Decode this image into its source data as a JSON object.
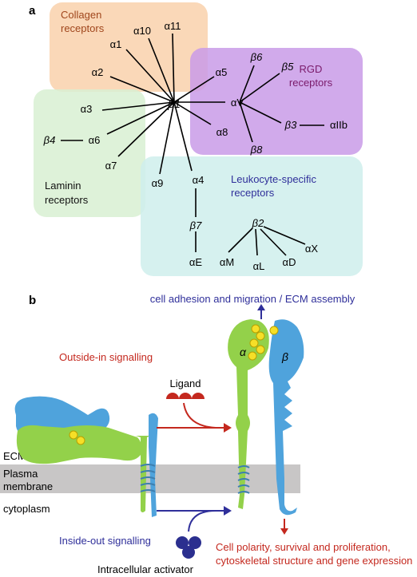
{
  "panel_a": {
    "label": "a",
    "groups": {
      "collagen": [
        "Collagen",
        "receptors"
      ],
      "rgd": [
        "RGD",
        "receptors"
      ],
      "laminin": [
        "Laminin",
        "receptors"
      ],
      "leukocyte": [
        "Leukocyte-specific",
        "receptors"
      ]
    },
    "nodes": {
      "b1": "β1",
      "a1": "α1",
      "a2": "α2",
      "a10": "α10",
      "a11": "α11",
      "a3": "α3",
      "a6": "α6",
      "a7": "α7",
      "b4": "β4",
      "a5": "α5",
      "aV": "αV",
      "a8": "α8",
      "a9": "α9",
      "a4": "α4",
      "b6": "β6",
      "b5": "β5",
      "b3": "β3",
      "b8": "β8",
      "aIIb": "αIIb",
      "b7": "β7",
      "aE": "αE",
      "b2": "β2",
      "aM": "αM",
      "aL": "αL",
      "aD": "αD",
      "aX": "αX"
    },
    "colors": {
      "collagen": "#f9d4b0",
      "rgd": "#c99be8",
      "laminin": "#d8f0d2",
      "leukocyte": "#cfeeec"
    }
  },
  "panel_b": {
    "label": "b",
    "top_output": "cell adhesion and migration / ECM assembly",
    "outside_in": "Outside-in signalling",
    "ligand": "Ligand",
    "alpha": "α",
    "beta": "β",
    "ecm": "ECM",
    "plasma_membrane": [
      "Plasma",
      "membrane"
    ],
    "cytoplasm": "cytoplasm",
    "inside_out": "Inside-out signalling",
    "activator": "Intracellular activator",
    "bottom_output": [
      "Cell polarity, survival and proliferation,",
      "cytoskeletal structure and gene expression"
    ],
    "colors": {
      "alpha_subunit": "#93d14a",
      "beta_subunit": "#4fa3dc",
      "ligand": "#c4281e",
      "activator": "#2b2f8f",
      "membrane": "#c8c6c6",
      "red_text": "#c4281e",
      "blue_text": "#2f2f9a"
    }
  }
}
